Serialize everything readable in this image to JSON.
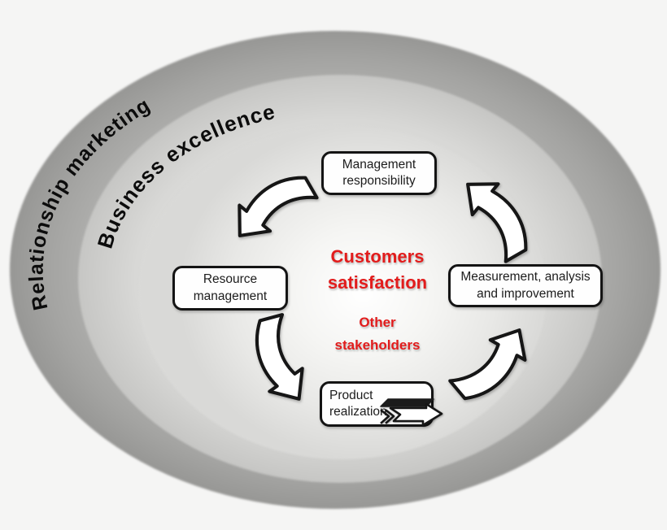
{
  "diagram": {
    "outer_ring_label": "Relationship marketing",
    "middle_ring_label": "Business excellence",
    "center": {
      "primary": "Customers\nsatisfaction",
      "secondary": "Other\nstakeholders",
      "text_color": "#e21c1c"
    },
    "boxes": {
      "management": "Management\nresponsibility",
      "resource": "Resource\nmanagement",
      "product": "Product\nrealization",
      "measurement": "Measurement, analysis\nand improvement"
    },
    "arrows": [
      {
        "name": "management-to-resource",
        "direction": "down-left"
      },
      {
        "name": "resource-to-product",
        "direction": "down-right"
      },
      {
        "name": "product-to-measurement",
        "direction": "up-right"
      },
      {
        "name": "measurement-to-management",
        "direction": "up-left"
      }
    ],
    "colors": {
      "outer_ring": "#a2a2a0",
      "middle_ring": "#d0d0ce",
      "inner_area": "#f5f5f3",
      "box_border": "#141414",
      "accent_red": "#e21c1c"
    }
  }
}
